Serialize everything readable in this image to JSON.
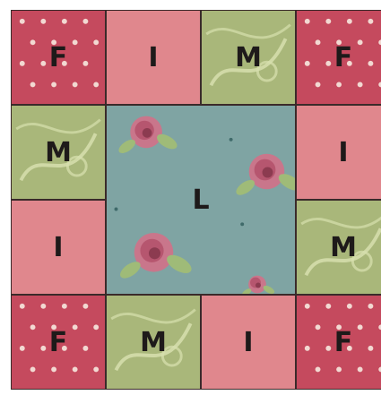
{
  "colors": {
    "F": "#c54a5e",
    "I": "#e0878d",
    "M": "#a9b77a",
    "L": "#7fa4a3",
    "dots": "#f2d9d2",
    "swirl": "#d7dfae",
    "rose": "#d27188",
    "leaf": "#9fbb78"
  },
  "grid": [
    [
      "F",
      "I",
      "M",
      "F"
    ],
    [
      "M",
      "L",
      "L",
      "I"
    ],
    [
      "I",
      "L",
      "L",
      "M"
    ],
    [
      "F",
      "M",
      "I",
      "F"
    ]
  ],
  "labels": {
    "F": "F",
    "I": "I",
    "M": "M",
    "L": "L"
  }
}
